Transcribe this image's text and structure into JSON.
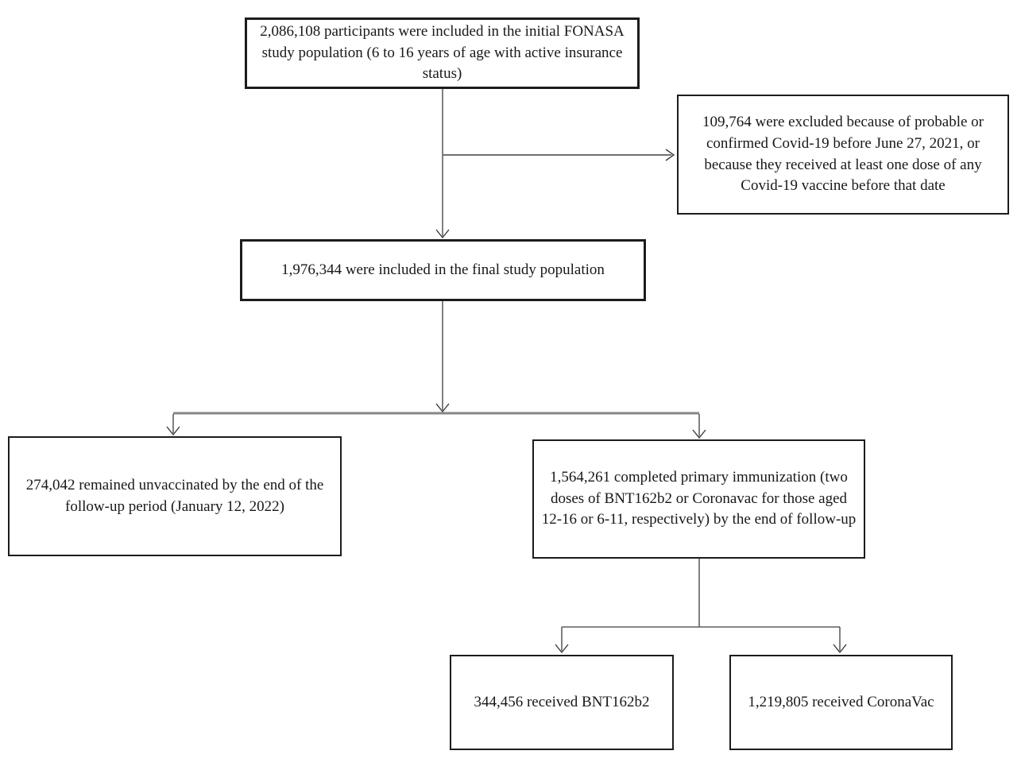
{
  "diagram": {
    "type": "flowchart",
    "description": "Study participant flow diagram for FONASA Covid-19 vaccine study",
    "colors": {
      "background": "#ffffff",
      "box_border": "#1c1c1c",
      "text": "#181818",
      "connector_line": "#3c3c3c",
      "branch_line": "#868686"
    },
    "nodes": {
      "initial": {
        "text": "2,086,108 participants were included in the initial FONASA study population (6 to 16 years of age with active insurance status)",
        "value": "2,086,108"
      },
      "excluded": {
        "text": "109,764 were excluded because of probable or confirmed Covid-19 before June 27, 2021, or because they received at least one dose of any Covid-19 vaccine before that date",
        "value": "109,764"
      },
      "final_population": {
        "text": "1,976,344 were included in the final study population",
        "value": "1,976,344"
      },
      "unvaccinated": {
        "text": "274,042 remained unvaccinated by the end of the follow-up period (January 12, 2022)",
        "value": "274,042"
      },
      "immunized": {
        "text": "1,564,261 completed primary immunization (two doses of BNT162b2 or Coronavac for those aged 12-16 or 6-11, respectively) by the end of follow-up",
        "value": "1,564,261"
      },
      "bnt162b2": {
        "text": "344,456 received BNT162b2",
        "value": "344,456"
      },
      "coronavac": {
        "text": "1,219,805 received CoronaVac",
        "value": "1,219,805"
      }
    }
  }
}
